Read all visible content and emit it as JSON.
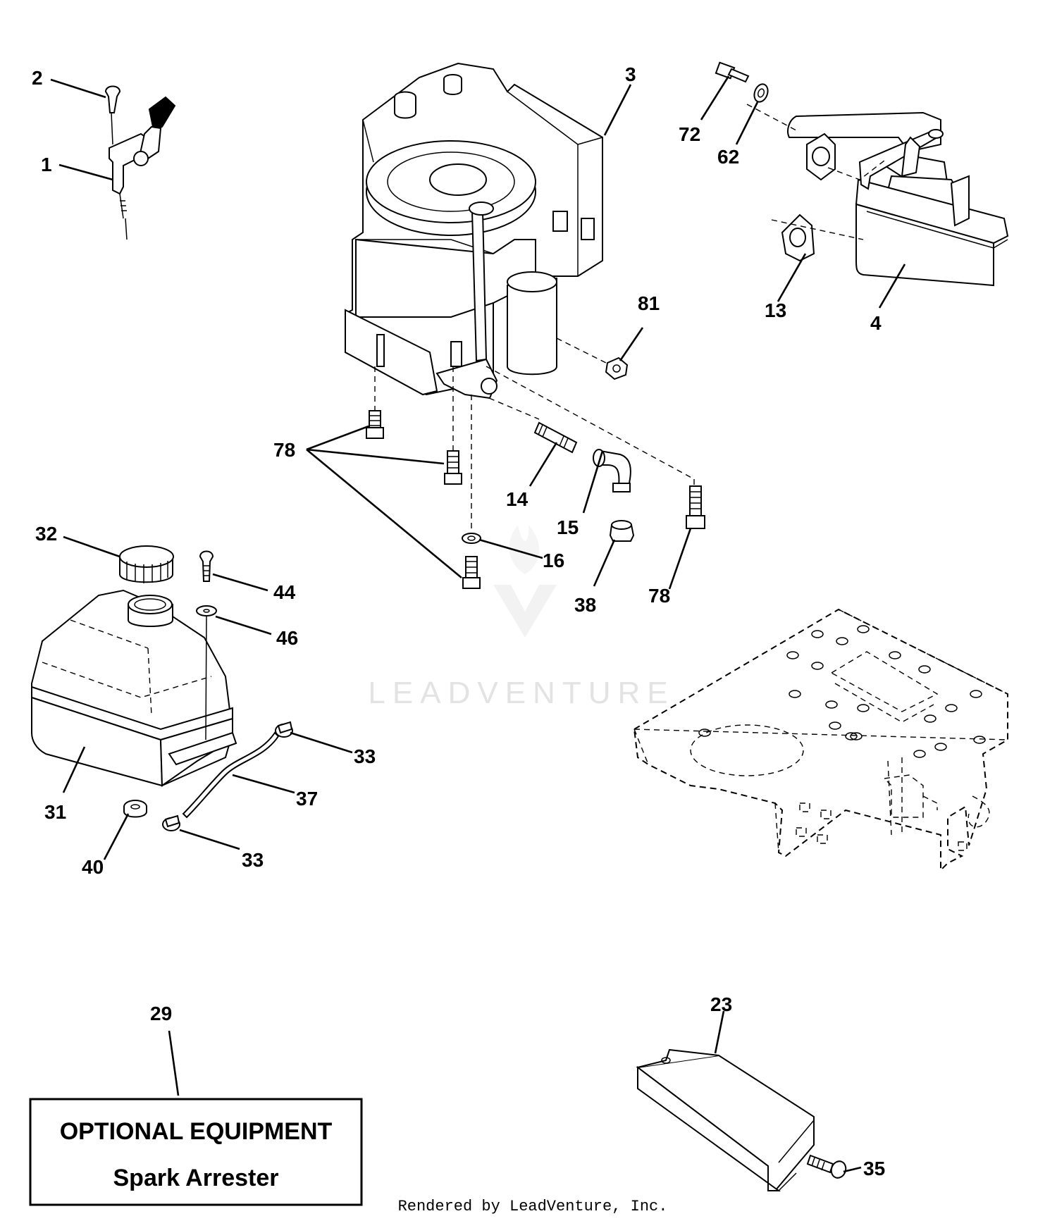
{
  "watermark": "LEADVENTURE",
  "footer": "Rendered by LeadVenture, Inc.",
  "optional_box": {
    "title": "OPTIONAL EQUIPMENT",
    "subtitle": "Spark Arrester"
  },
  "callouts": {
    "c1": "1",
    "c2": "2",
    "c3": "3",
    "c4": "4",
    "c13": "13",
    "c14": "14",
    "c15": "15",
    "c16": "16",
    "c23": "23",
    "c29": "29",
    "c31": "31",
    "c32": "32",
    "c33a": "33",
    "c33b": "33",
    "c35": "35",
    "c37": "37",
    "c38": "38",
    "c40": "40",
    "c44": "44",
    "c46": "46",
    "c62": "62",
    "c72": "72",
    "c78a": "78",
    "c78b": "78",
    "c81": "81"
  }
}
